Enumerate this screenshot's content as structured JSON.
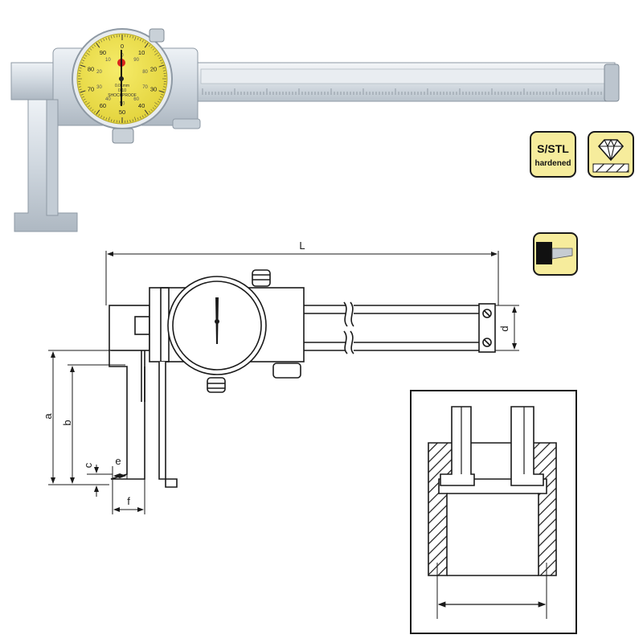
{
  "badges": {
    "material_line1": "S/STL",
    "material_line2": "hardened",
    "carbide_icon": "diamond-icon",
    "jaw_icon": "inside-jaw-icon"
  },
  "dial": {
    "outer_numbers": [
      "0",
      "10",
      "20",
      "30",
      "40",
      "50",
      "60",
      "70",
      "80",
      "90"
    ],
    "inner_numbers": [
      "0",
      "90",
      "80",
      "70",
      "60",
      "50",
      "40",
      "30",
      "20",
      "10"
    ],
    "small_text": [
      "0.01mm",
      "0-10",
      "SHOCKPROOF"
    ]
  },
  "dimensions": {
    "L": "L",
    "a": "a",
    "b": "b",
    "c": "c",
    "d": "d",
    "e": "e",
    "f": "f"
  },
  "colors": {
    "dial_face": "#efe250",
    "badge_fill": "#f6ec9c",
    "steel": "#d6dde4",
    "steel_dark": "#a8b2bc",
    "hatch": "#1a1a1a"
  }
}
